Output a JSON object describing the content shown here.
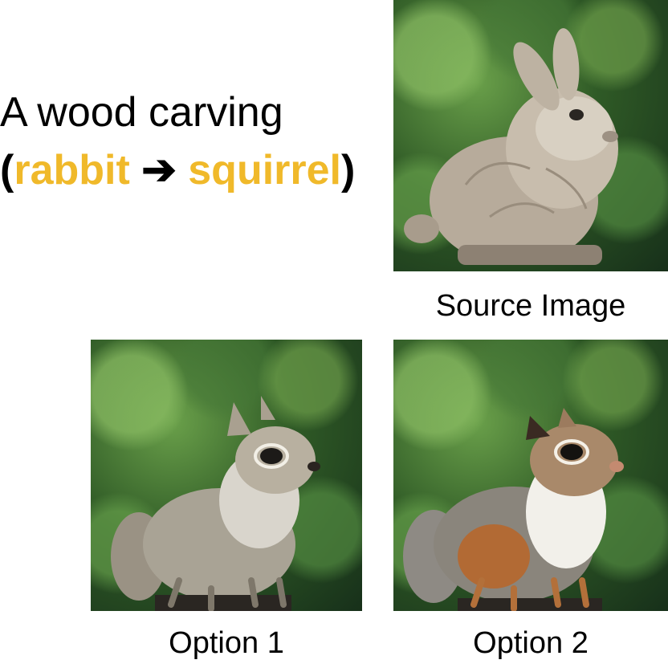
{
  "prompt": {
    "line1": "A wood carving",
    "open_paren": "(",
    "source_word": "rabbit",
    "arrow": "➔",
    "target_word": "squirrel",
    "close_paren": ")"
  },
  "captions": {
    "source": "Source Image",
    "option1": "Option 1",
    "option2": "Option 2"
  },
  "colors": {
    "highlight": "#f0b92a",
    "text": "#000000",
    "background": "#ffffff"
  }
}
